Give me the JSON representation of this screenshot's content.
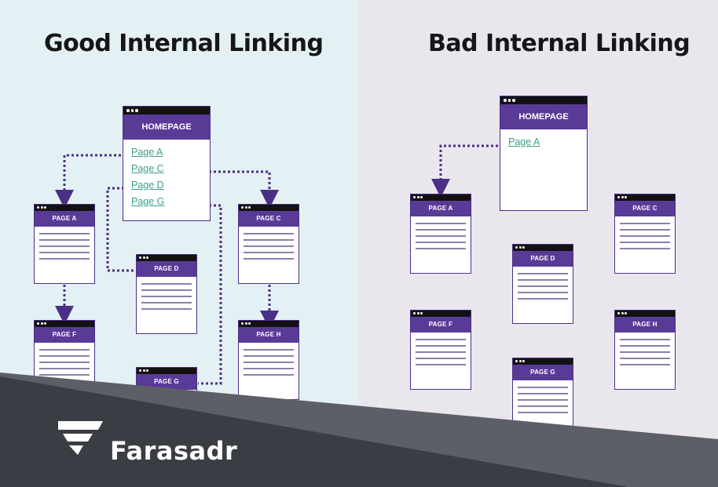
{
  "good": {
    "heading": "Good Internal Linking",
    "homepage": {
      "label": "HOMEPAGE",
      "links": [
        "Page A",
        "Page C",
        "Page D",
        "Page G"
      ]
    },
    "pages": [
      "PAGE A",
      "PAGE C",
      "PAGE D",
      "PAGE F",
      "PAGE H",
      "PAGE G"
    ]
  },
  "bad": {
    "heading": "Bad Internal Linking",
    "homepage": {
      "label": "HOMEPAGE",
      "links": [
        "Page A"
      ]
    },
    "pages": [
      "PAGE A",
      "PAGE C",
      "PAGE D",
      "PAGE F",
      "PAGE H",
      "PAGE G"
    ]
  },
  "brand": {
    "name": "Farasadr"
  },
  "colors": {
    "left_background": "#e4f1f4",
    "right_background": "#eae6ee",
    "page_header": "#5a3a97",
    "connector": "#4b2f86",
    "link": "#3d9f8c",
    "footer": "#3b3d44"
  }
}
